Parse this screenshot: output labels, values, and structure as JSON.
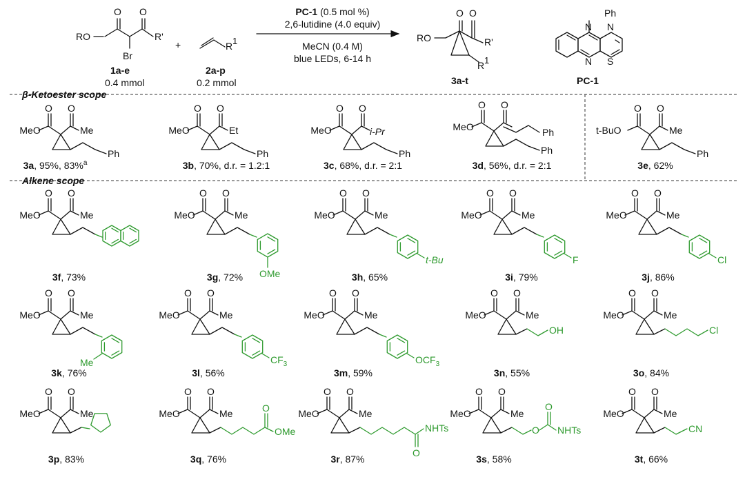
{
  "reaction": {
    "reactant1": {
      "id": "1a-e",
      "amount": "0.4 mmol",
      "ro": "RO",
      "o1": "O",
      "o2": "O",
      "br": "Br",
      "rp": "R'"
    },
    "plus": "+",
    "reactant2": {
      "id": "2a-p",
      "amount": "0.2 mmol",
      "r": "R",
      "r_sup": "1"
    },
    "conditions": {
      "pc_bold": "PC-1",
      "pc_rest": " (0.5 mol %)",
      "base": "2,6-lutidine (4.0 equiv)",
      "solvent": "MeCN (0.4 M)",
      "light": "blue LEDs, 6-14 h"
    },
    "product": {
      "id": "3a-t",
      "ro": "RO",
      "rp": "R'",
      "r": "R",
      "r_sup": "1",
      "o": "O"
    },
    "catalyst": {
      "id": "PC-1",
      "ph": "Ph",
      "n": "N",
      "s": "S"
    }
  },
  "sections": {
    "ketoester": {
      "beta": "β",
      "rest": "-Ketoester scope"
    },
    "alkene": "Alkene scope"
  },
  "compounds": [
    {
      "id": "3a",
      "text": ", 95%, 83%",
      "sup": "a"
    },
    {
      "id": "3b",
      "text": ", 70%, d.r. = 1.2:1"
    },
    {
      "id": "3c",
      "text": ", 68%, d.r. = 2:1"
    },
    {
      "id": "3d",
      "text": ", 56%, d.r. = 2:1"
    },
    {
      "id": "3e",
      "text": ", 62%"
    },
    {
      "id": "3f",
      "text": ", 73%"
    },
    {
      "id": "3g",
      "text": ", 72%"
    },
    {
      "id": "3h",
      "text": ", 65%"
    },
    {
      "id": "3i",
      "text": ", 79%"
    },
    {
      "id": "3j",
      "text": ", 86%"
    },
    {
      "id": "3k",
      "text": ", 76%"
    },
    {
      "id": "3l",
      "text": ", 56%"
    },
    {
      "id": "3m",
      "text": ", 59%"
    },
    {
      "id": "3n",
      "text": ", 55%"
    },
    {
      "id": "3o",
      "text": ", 84%"
    },
    {
      "id": "3p",
      "text": ", 83%"
    },
    {
      "id": "3q",
      "text": ", 76%"
    },
    {
      "id": "3r",
      "text": ", 87%"
    },
    {
      "id": "3s",
      "text": ", 58%"
    },
    {
      "id": "3t",
      "text": ", 66%"
    }
  ],
  "atoms": {
    "o": "O",
    "meo": "MeO",
    "me": "Me",
    "et": "Et",
    "ipr": "i-Pr",
    "ph": "Ph",
    "tbuo": "t-BuO",
    "ome": "OMe",
    "tbu": "t-Bu",
    "f": "F",
    "cl": "Cl",
    "cf3": "CF",
    "cf3_sub": "3",
    "ocf3": "OCF",
    "oh": "OH",
    "nhts": "NHTs",
    "cn": "CN"
  },
  "colors": {
    "substituent_green": "#2e9a2e",
    "text": "#111111"
  }
}
